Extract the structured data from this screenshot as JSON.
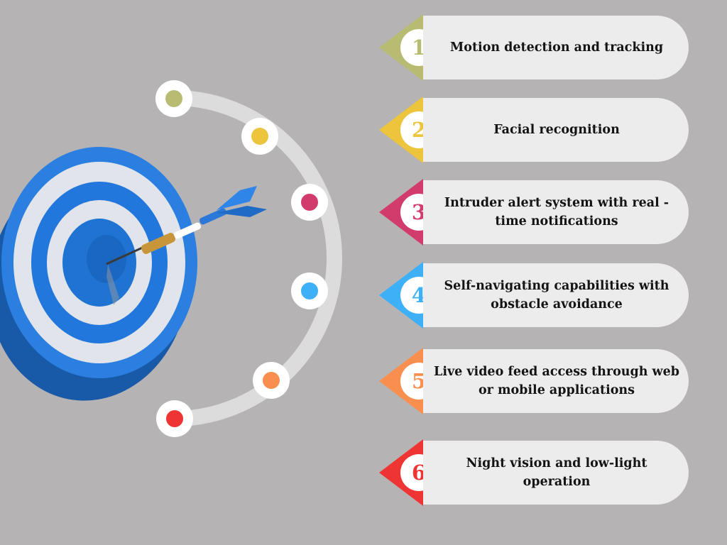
{
  "items": [
    {
      "number": "1",
      "text": "Motion detection and tracking",
      "color": "#b8bc72"
    },
    {
      "number": "2",
      "text": "Facial recognition",
      "color": "#ecc53c"
    },
    {
      "number": "3",
      "text": "Intruder alert system with real -time notifications",
      "color": "#d23c6c"
    },
    {
      "number": "4",
      "text": "Self-navigating capabilities with obstacle avoidance",
      "color": "#3db0f7"
    },
    {
      "number": "5",
      "text": "Live video feed access through web or mobile applications",
      "color": "#f98f4e"
    },
    {
      "number": "6",
      "text": "Night vision and low-light operation",
      "color": "#ef3434"
    }
  ],
  "colors": {
    "background": "#b5b3b4",
    "card": "#ececec",
    "target_blue": "#1f73d3",
    "target_white": "#dfe3e9"
  },
  "icons": {
    "target": "target-with-dart-icon"
  }
}
